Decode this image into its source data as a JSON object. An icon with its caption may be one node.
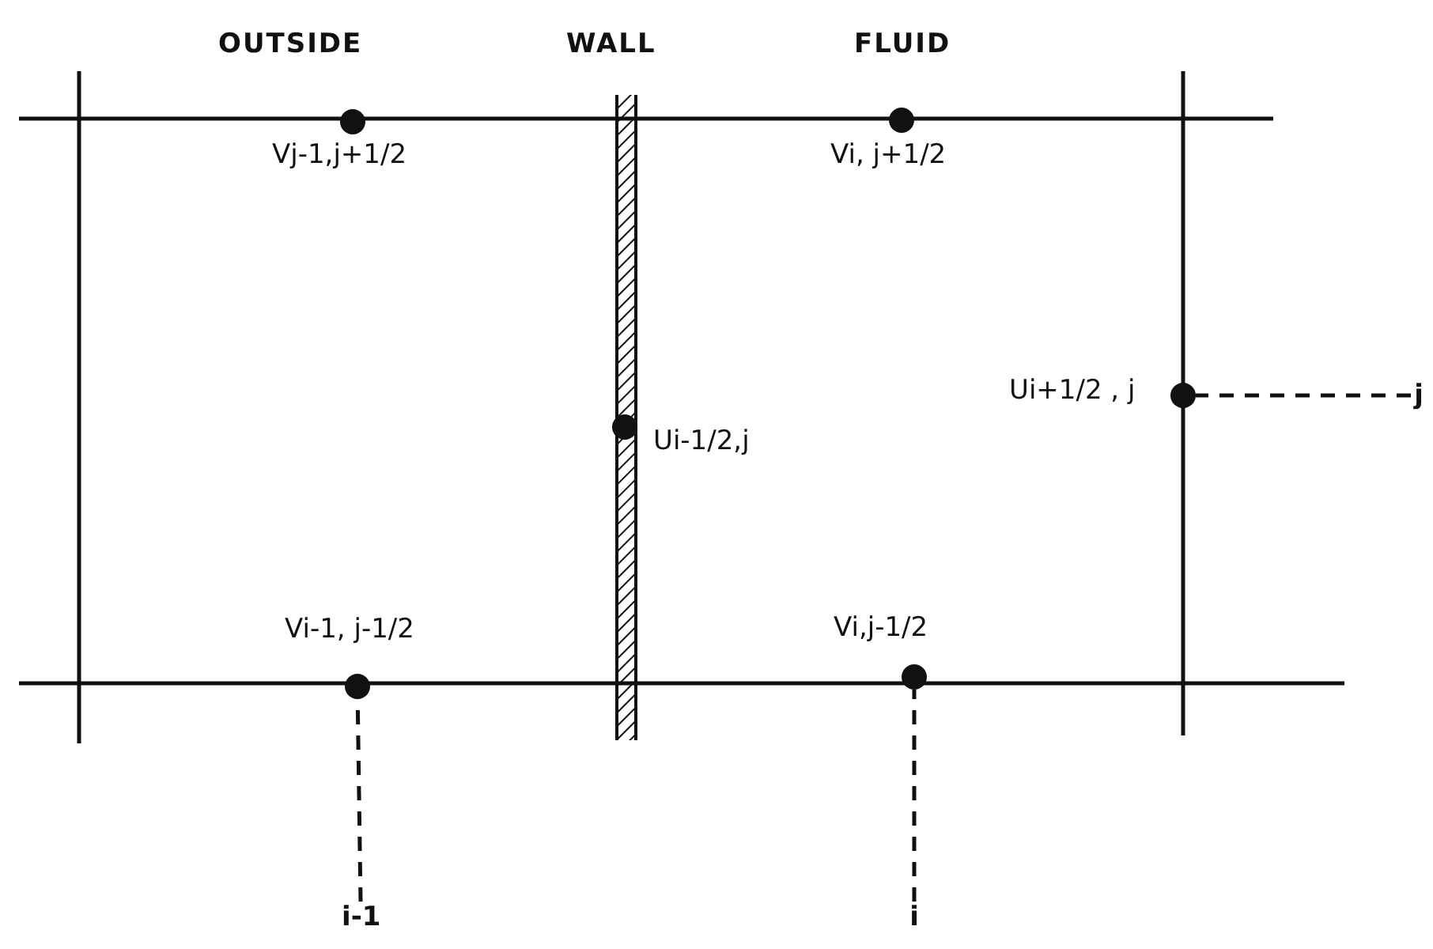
{
  "diagram": {
    "nodes": [
      {
        "text": [],
        "shape": "circle",
        "beside": [
          "Vj-1,j+1/2"
        ]
      },
      {
        "text": [],
        "shape": "circle",
        "beside": [
          "Vi, j+1/2"
        ]
      },
      {
        "text": [],
        "shape": "circle",
        "beside": [
          "Ui-1/2,j"
        ]
      },
      {
        "text": [],
        "shape": "circle",
        "beside": [
          "Ui+1/2 , j"
        ]
      },
      {
        "text": [],
        "shape": "circle",
        "beside": [
          "Vi-1, j-1/2"
        ]
      },
      {
        "text": [],
        "shape": "circle",
        "beside": [
          "Vi,j-1/2"
        ]
      },
      {
        "text": [
          "j"
        ]
      },
      {
        "text": [
          "i-1"
        ]
      },
      {
        "text": [
          "i"
        ]
      }
    ],
    "edges": [
      {
        "from": 6,
        "to": 3,
        "arrow": "none",
        "style": "dashed"
      },
      {
        "from": 7,
        "to": 4,
        "arrow": "none",
        "style": "dashed"
      },
      {
        "from": 8,
        "to": 5,
        "arrow": "none",
        "style": "dashed"
      }
    ],
    "labels": [
      "OUTSIDE",
      "WALL",
      "FLUID"
    ]
  }
}
